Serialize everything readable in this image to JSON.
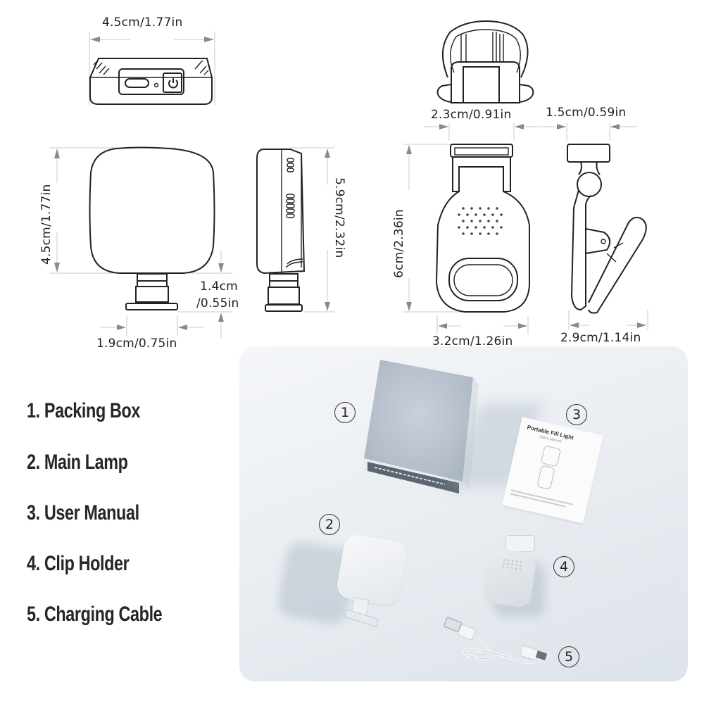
{
  "dimensions": {
    "top_width": "4.5cm/1.77in",
    "clip_top_width": "2.3cm/0.91in",
    "clip_side_depth": "1.5cm/0.59in",
    "lamp_height": "4.5cm/1.77in",
    "lamp_total_height": "5.9cm/2.32in",
    "base_height_line1": "1.4cm",
    "base_height_line2": "/0.55in",
    "base_width": "1.9cm/0.75in",
    "clip_height": "6cm/2.36in",
    "clip_width": "3.2cm/1.26in",
    "clip_side_width": "2.9cm/1.14in"
  },
  "package_list": {
    "items": [
      {
        "label": "1. Packing Box"
      },
      {
        "label": "2. Main Lamp"
      },
      {
        "label": "3. User Manual"
      },
      {
        "label": "4. Clip Holder"
      },
      {
        "label": "5. Charging Cable"
      }
    ]
  },
  "photo": {
    "markers": [
      "1",
      "2",
      "3",
      "4",
      "5"
    ],
    "manual_title": "Portable Fill Light",
    "manual_subtitle": "User's Manual",
    "colors": {
      "panel": "#e8ecf1",
      "product": "#eef0f3",
      "box_top": "#b9c2cd"
    }
  },
  "icons": {
    "power": "power-icon",
    "usb_port": "usb-c-port-icon"
  }
}
